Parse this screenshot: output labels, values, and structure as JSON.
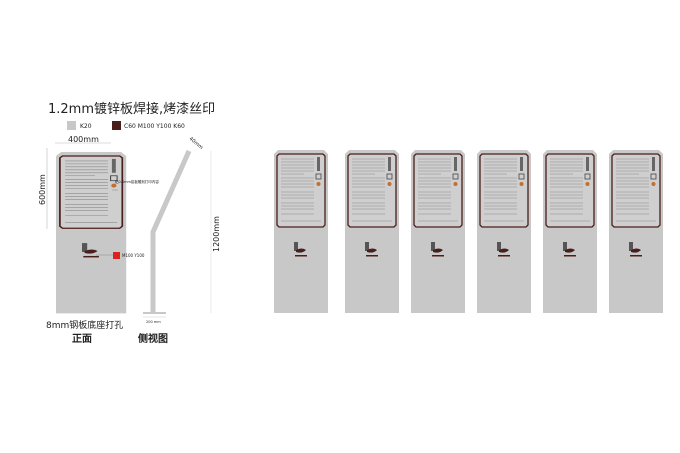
{
  "title": "1.2mm镀锌板焊接,烤漆丝印",
  "legend": [
    {
      "label": "K20",
      "color": "#c8c8c8"
    },
    {
      "label": "C60 M100 Y100 K60",
      "color": "#4a1e1a"
    }
  ],
  "front_view": {
    "width_dim": "400mm",
    "height_dim": "600mm",
    "panel_note": "贴0.6mm铝板雕刻打印内容",
    "logo_color_note": "M100 Y100",
    "logo_color": "#e0201c",
    "base_note": "8mm钢板底座打孔",
    "caption": "正面"
  },
  "side_view": {
    "top_dim": "40mm",
    "height_dim": "1200mm",
    "base_dim": "200 mm",
    "caption": "侧视图"
  },
  "colors": {
    "body": "#c8c8c8",
    "frame": "#4a1e1a",
    "dim": "#bbbbbb"
  },
  "sign_count": 6
}
